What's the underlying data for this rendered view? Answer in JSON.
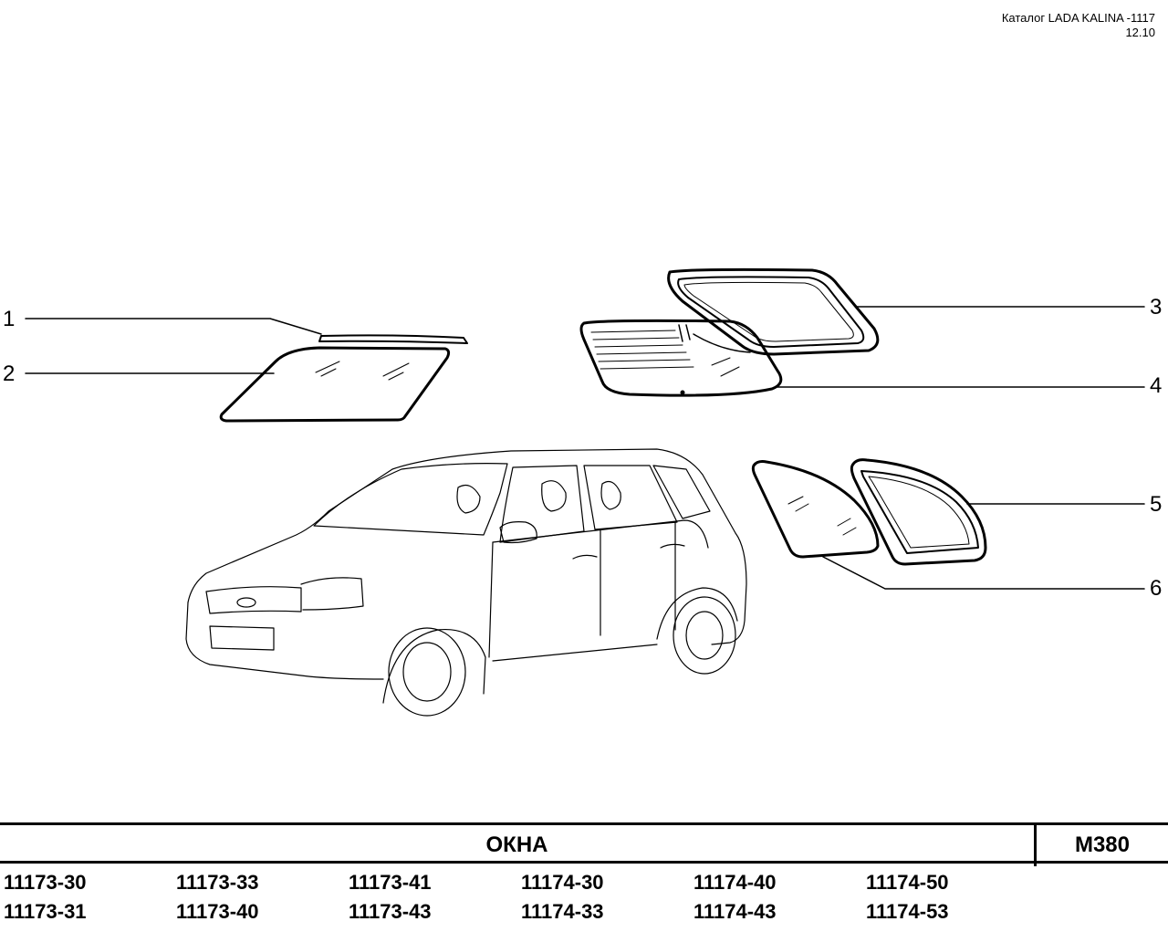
{
  "header": {
    "catalog_title": "Каталог LADA KALINA -1117",
    "revision": "12.10"
  },
  "callouts": [
    "1",
    "2",
    "3",
    "4",
    "5",
    "6"
  ],
  "footer": {
    "section_title": "ОКНА",
    "section_code": "M380",
    "models": [
      [
        "11173-30",
        "11173-31"
      ],
      [
        "11173-33",
        "11173-40"
      ],
      [
        "11173-41",
        "11173-43"
      ],
      [
        "11174-30",
        "11174-33"
      ],
      [
        "11174-40",
        "11174-43"
      ],
      [
        "11174-50",
        "11174-53"
      ]
    ]
  },
  "colors": {
    "ink": "#000000",
    "paper": "#ffffff"
  }
}
